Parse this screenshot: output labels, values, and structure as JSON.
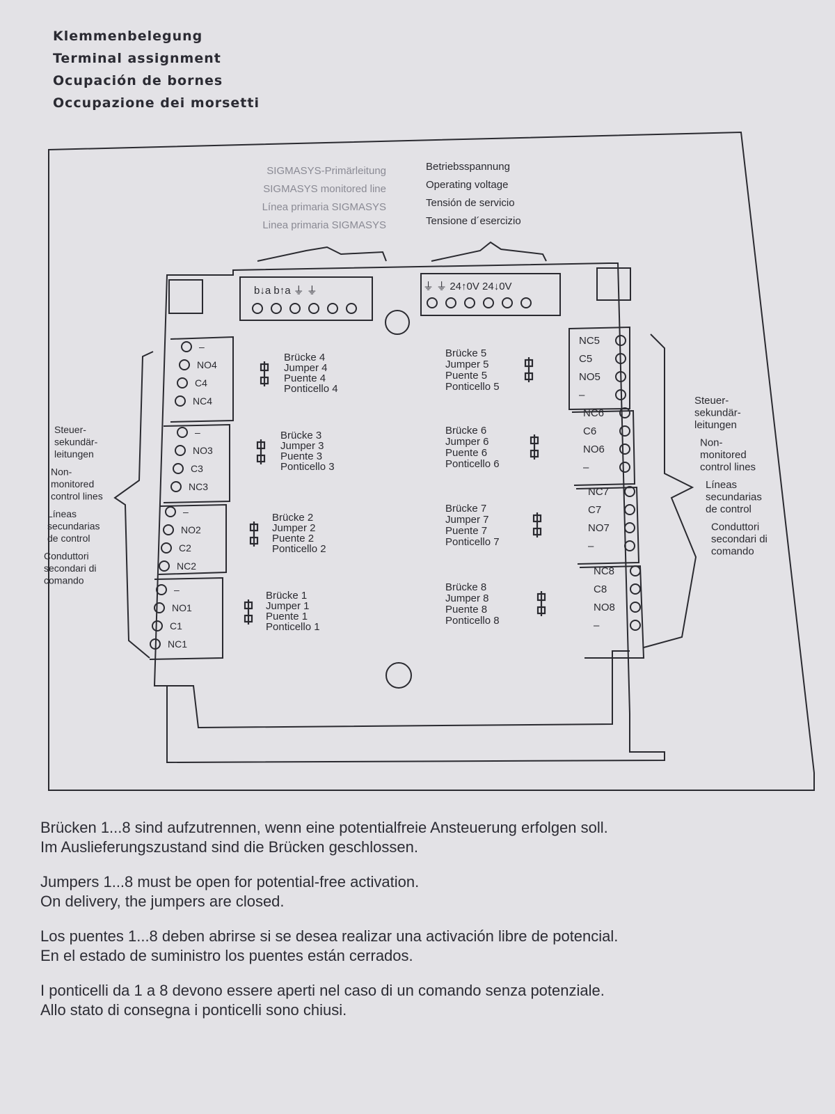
{
  "titles": [
    "Klemmenbelegung",
    "Terminal assignment",
    "Ocupación de bornes",
    "Occupazione dei morsetti"
  ],
  "primary_line": [
    "SIGMASYS-Primärleitung",
    "SIGMASYS monitored line",
    "Línea primaria SIGMASYS",
    "Linea primaria SIGMASYS"
  ],
  "operating_voltage": [
    "Betriebsspannung",
    "Operating voltage",
    "Tensión de servicio",
    "Tensione d´esercizio"
  ],
  "top_terminals_left": "b↓a  b↑a  ⏚  ⏚",
  "top_terminals_right": "⏚  ⏚  24↑0V  24↓0V",
  "left_secondary_label": [
    "Steuer-",
    "sekundär-",
    "leitungen",
    "Non-",
    "monitored",
    "control lines",
    "Líneas",
    "secundarias",
    "de control",
    "Conduttori",
    "secondari di",
    "comando"
  ],
  "right_secondary_label": [
    "Steuer-",
    "sekundär-",
    "leitungen",
    "Non-",
    "monitored",
    "control lines",
    "Líneas",
    "secundarias",
    "de control",
    "Conduttori",
    "secondari di",
    "comando"
  ],
  "left_blocks": [
    [
      "–",
      "NO4",
      "C4",
      "NC4"
    ],
    [
      "–",
      "NO3",
      "C3",
      "NC3"
    ],
    [
      "–",
      "NO2",
      "C2",
      "NC2"
    ],
    [
      "–",
      "NO1",
      "C1",
      "NC1"
    ]
  ],
  "right_blocks": [
    [
      "NC5",
      "C5",
      "NO5",
      "–"
    ],
    [
      "NC6",
      "C6",
      "NO6",
      "–"
    ],
    [
      "NC7",
      "C7",
      "NO7",
      "–"
    ],
    [
      "NC8",
      "C8",
      "NO8",
      "–"
    ]
  ],
  "jumpers_left": [
    [
      "Brücke 4",
      "Jumper 4",
      "Puente 4",
      "Ponticello 4"
    ],
    [
      "Brücke 3",
      "Jumper 3",
      "Puente 3",
      "Ponticello 3"
    ],
    [
      "Brücke 2",
      "Jumper 2",
      "Puente 2",
      "Ponticello 2"
    ],
    [
      "Brücke 1",
      "Jumper 1",
      "Puente 1",
      "Ponticello 1"
    ]
  ],
  "jumpers_right": [
    [
      "Brücke 5",
      "Jumper 5",
      "Puente 5",
      "Ponticello 5"
    ],
    [
      "Brücke 6",
      "Jumper 6",
      "Puente 6",
      "Ponticello 6"
    ],
    [
      "Brücke 7",
      "Jumper 7",
      "Puente 7",
      "Ponticello 7"
    ],
    [
      "Brücke 8",
      "Jumper 8",
      "Puente 8",
      "Ponticello 8"
    ]
  ],
  "notes": [
    [
      "Brücken 1...8 sind aufzutrennen, wenn eine potentialfreie Ansteuerung erfolgen soll.",
      "Im Auslieferungszustand sind die Brücken geschlossen."
    ],
    [
      "Jumpers 1...8 must be open for potential-free activation.",
      "On delivery, the jumpers are closed."
    ],
    [
      "Los puentes 1...8 deben abrirse si se desea realizar una activación libre de potencial.",
      "En el estado de suministro los puentes están cerrados."
    ],
    [
      "I ponticelli da 1 a 8 devono essere aperti nel caso di un comando senza potenziale.",
      "Allo stato di consegna i ponticelli sono chiusi."
    ]
  ],
  "colors": {
    "paper": "#e3e2e6",
    "ink": "#2a2a30",
    "faded_ink": "#8a8a94"
  }
}
